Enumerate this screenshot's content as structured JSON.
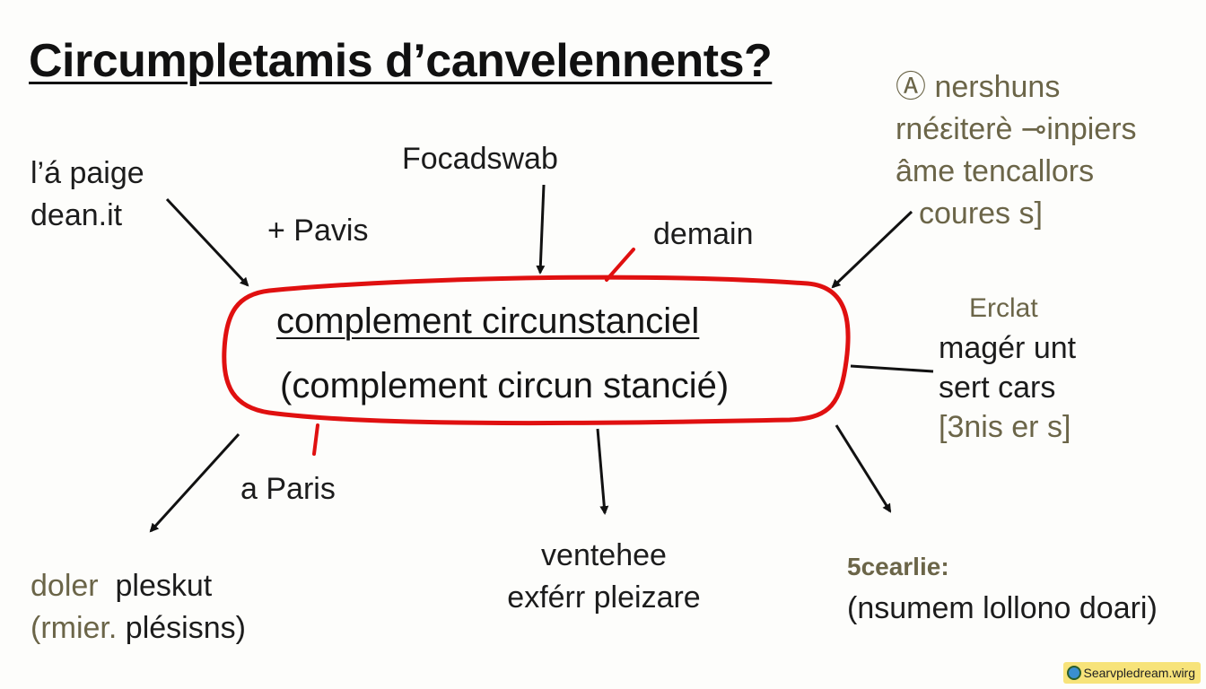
{
  "title": "Circumpletamis d’canvelennents?",
  "center": {
    "title": "complement circunstanciel",
    "subtitle": "(complement circun stancié)"
  },
  "labels": {
    "top_left": [
      "l’á paige",
      "dean.it"
    ],
    "plus_pavis": "+ Pavis",
    "top_center": "Focadswab",
    "demain": "demain",
    "top_right": [
      "Ⓐ nershuns",
      "rnéεiterè ⊸inpiers",
      "âme tencallors",
      "coures s]"
    ],
    "right": [
      "Erclat",
      "magér unt",
      "sert cars",
      "[3nis er s]"
    ],
    "a_paris": "a Paris",
    "bottom_left": [
      "doler",
      "pleskut",
      "(rmier.",
      "plésisns)"
    ],
    "bottom_center": [
      "ventehee",
      "exférr pleizare"
    ],
    "bottom_right": [
      "5cearlie:",
      "(nsumem lollono doari)"
    ]
  },
  "colors": {
    "accent": "#e01010",
    "arrow": "#111111",
    "olive_text": "#6b6548"
  },
  "watermark": {
    "text": "Searvpledream.wirg",
    "icon": "globe-icon"
  }
}
